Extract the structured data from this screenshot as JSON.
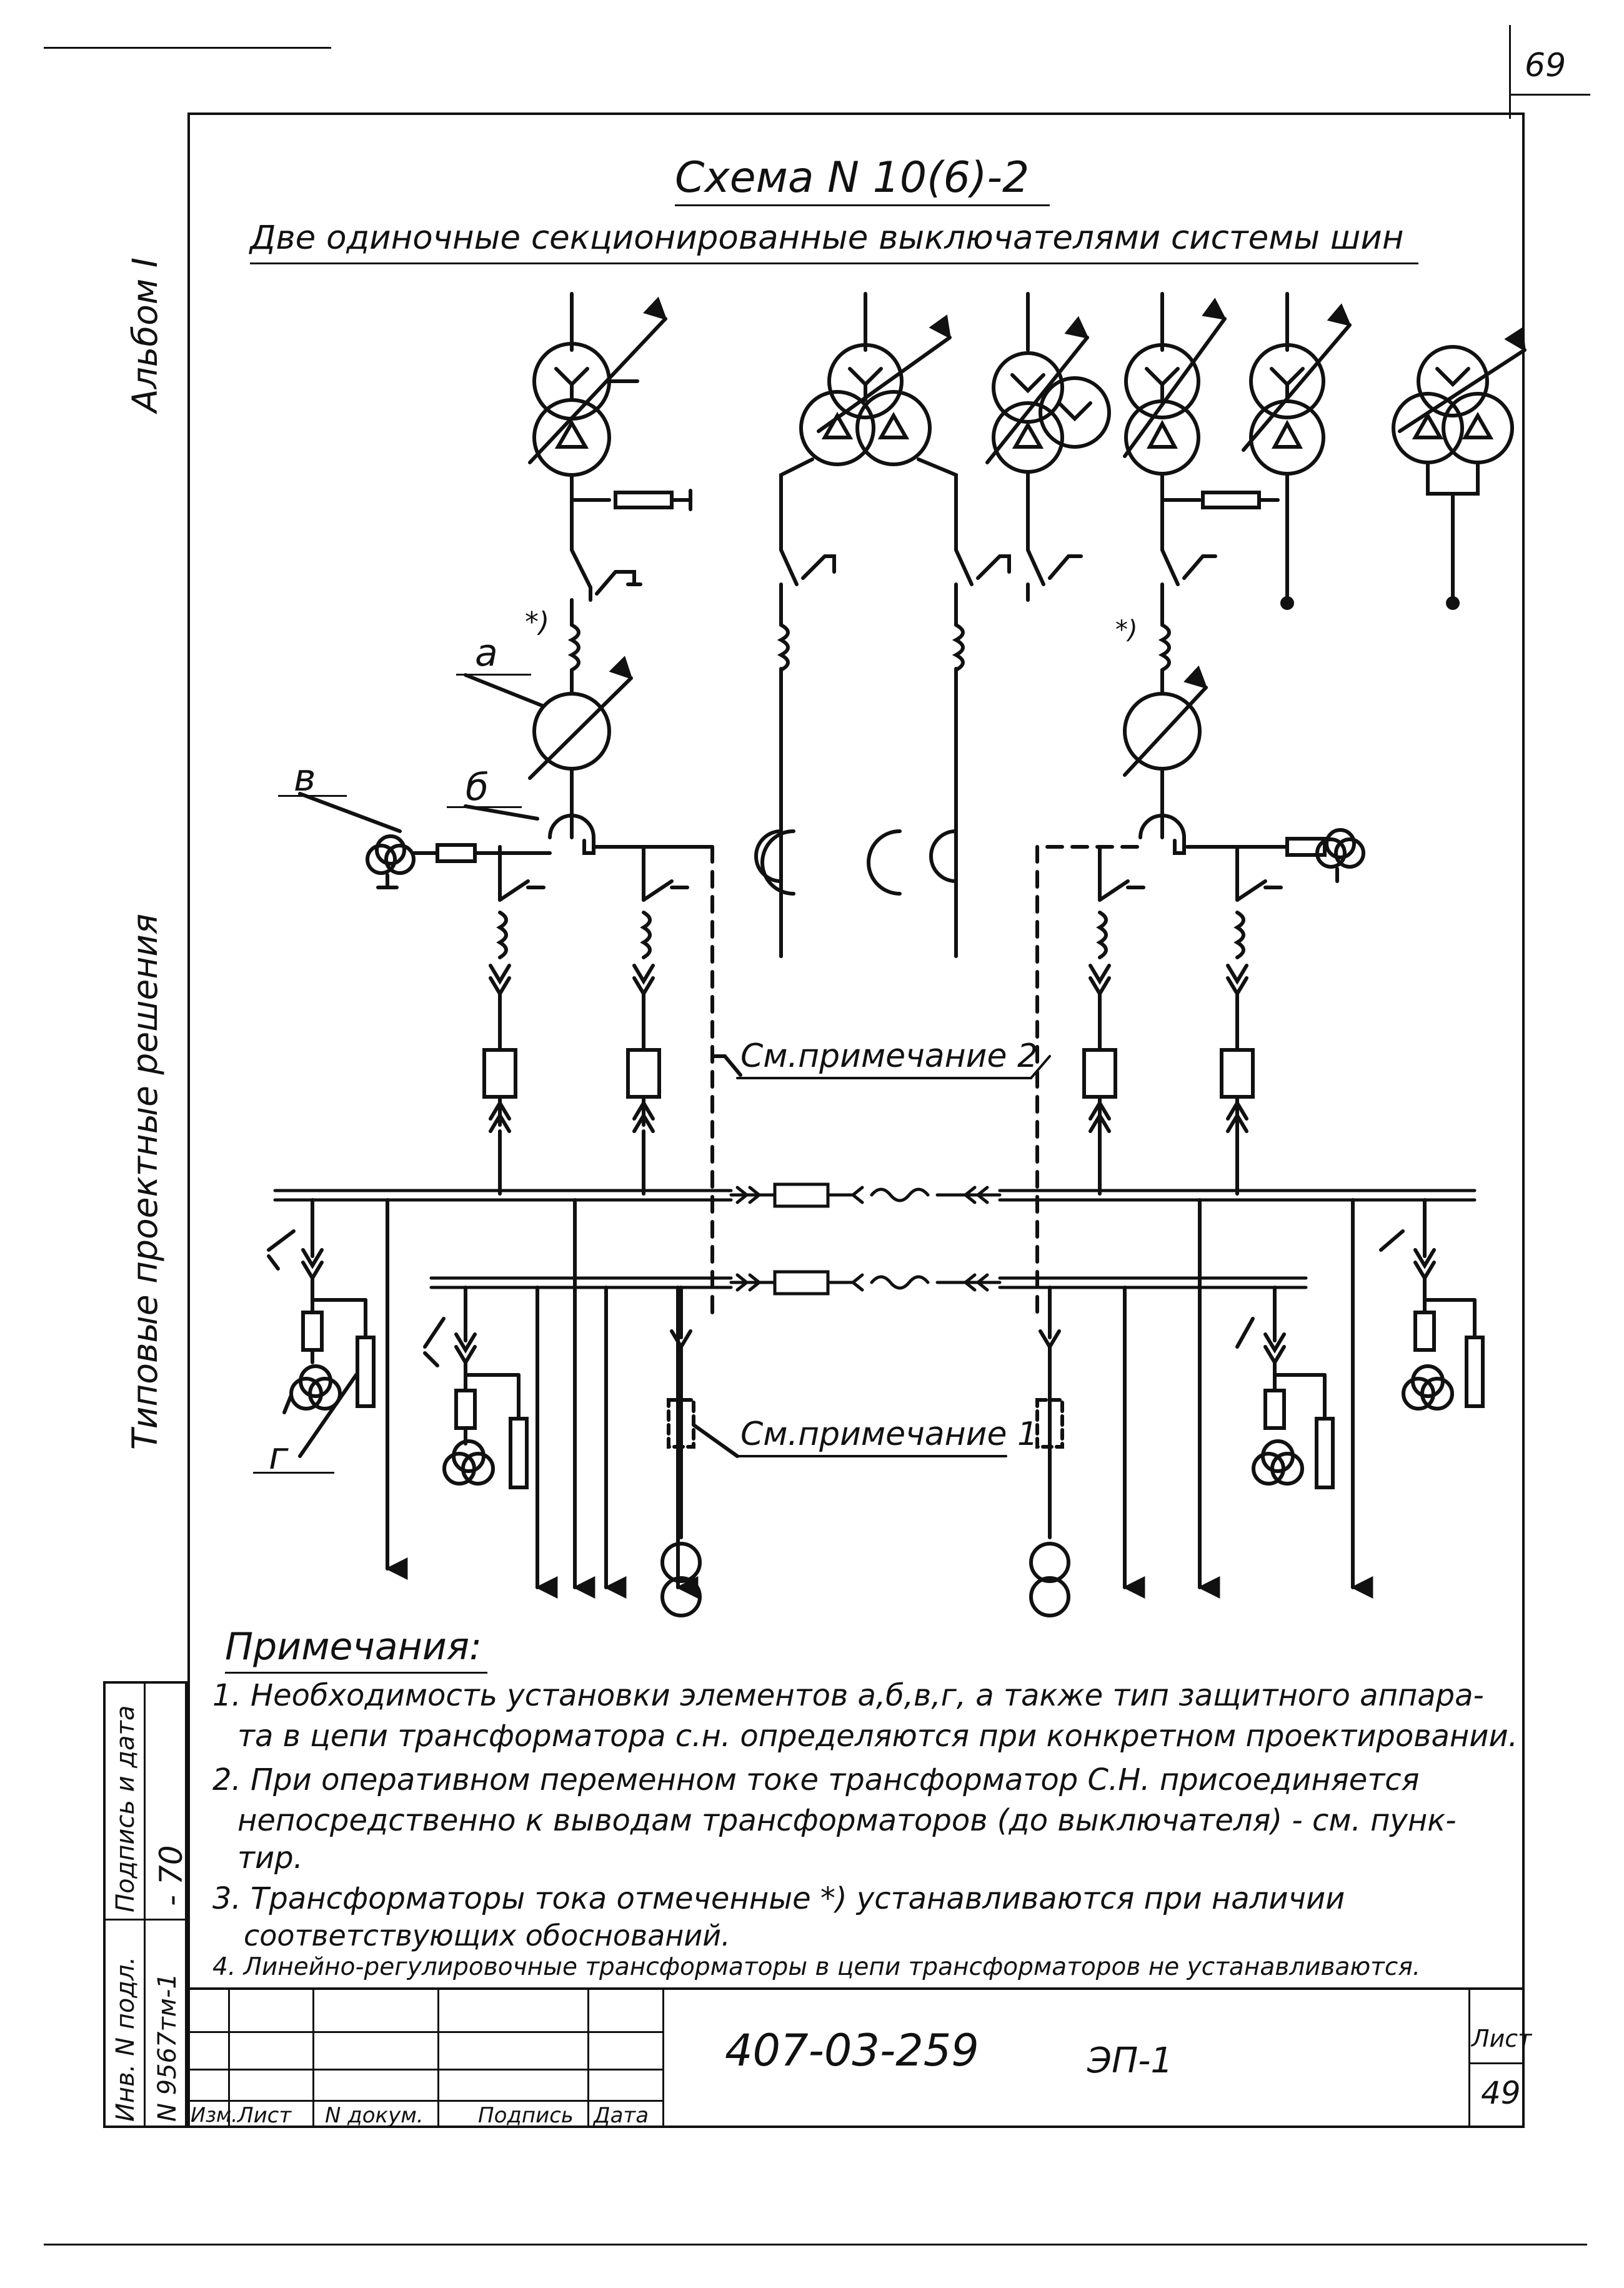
{
  "page_number": "69",
  "title": "Схема N 10(6)-2",
  "subtitle": "Две одиночные секционированные выключателями системы шин",
  "side_labels": {
    "album": "Альбом I",
    "typical": "Типовые проектные решения"
  },
  "element_labels": {
    "a": "а",
    "b": "б",
    "v": "в",
    "g": "г",
    "star_left": "*)",
    "star_right": "*)"
  },
  "callouts": {
    "note2": "См.примечание 2",
    "note1": "См.примечание 1"
  },
  "notes": {
    "heading": "Примечания:",
    "lines": [
      "1. Необходимость установки элементов а,б,в,г, а также тип защитного аппара-",
      "та в цепи трансформатора с.н. определяются при конкретном проектировании.",
      "2. При оперативном переменном токе трансформатор С.Н. присоединяется",
      "непосредственно к выводам трансформаторов (до выключателя) - см. пунк-",
      "тир.",
      "3. Трансформаторы тока отмеченные *) устанавливаются при наличии",
      "соответствующих обоснований.",
      "4. Линейно-регулировочные трансформаторы в цепи трансформаторов не устанавливаются."
    ]
  },
  "title_block": {
    "doc_number": "407-03-259",
    "sheet_code": "ЭП-1",
    "sheet_label": "Лист",
    "sheet_number": "49",
    "headers": [
      "Изм.",
      "Лист",
      "N докум.",
      "Подпись",
      "Дата"
    ],
    "left_column": {
      "inv_label": "Инв. N подл.",
      "inv_value": "N 9567тм-1",
      "sign_label": "Подпись и дата",
      "sign_value": "- 70"
    }
  },
  "colors": {
    "ink": "#111111",
    "paper": "#ffffff"
  }
}
